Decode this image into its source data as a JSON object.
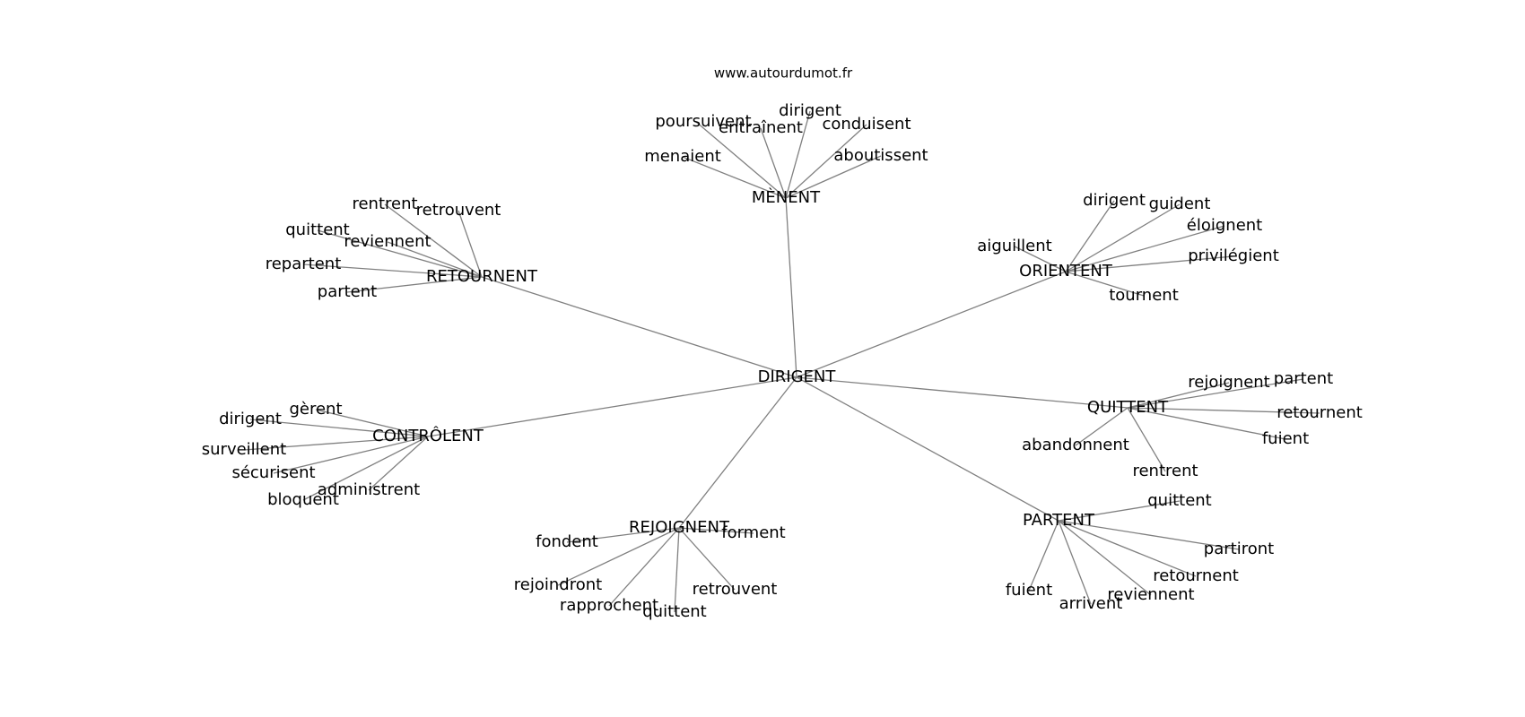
{
  "site": "www.autourdumot.fr",
  "center": "DIRIGENT",
  "groups": [
    {
      "hub": "MÈNENT",
      "leaves": [
        "poursuivent",
        "entraînent",
        "dirigent",
        "conduisent",
        "menaient",
        "aboutissent"
      ]
    },
    {
      "hub": "ORIENTENT",
      "leaves": [
        "dirigent",
        "guident",
        "éloignent",
        "aiguillent",
        "privilégient",
        "tournent"
      ]
    },
    {
      "hub": "RETOURNENT",
      "leaves": [
        "rentrent",
        "retrouvent",
        "quittent",
        "reviennent",
        "repartent",
        "partent"
      ]
    },
    {
      "hub": "QUITTENT",
      "leaves": [
        "rejoignent",
        "partent",
        "retournent",
        "fuient",
        "abandonnent",
        "rentrent"
      ]
    },
    {
      "hub": "CONTRÔLENT",
      "leaves": [
        "gèrent",
        "dirigent",
        "surveillent",
        "sécurisent",
        "administrent",
        "bloquent"
      ]
    },
    {
      "hub": "PARTENT",
      "leaves": [
        "quittent",
        "partiront",
        "retournent",
        "reviennent",
        "arrivent",
        "fuient"
      ]
    },
    {
      "hub": "REJOIGNENT",
      "leaves": [
        "forment",
        "fondent",
        "rejoindront",
        "rapprochent",
        "quittent",
        "retrouvent"
      ]
    }
  ]
}
